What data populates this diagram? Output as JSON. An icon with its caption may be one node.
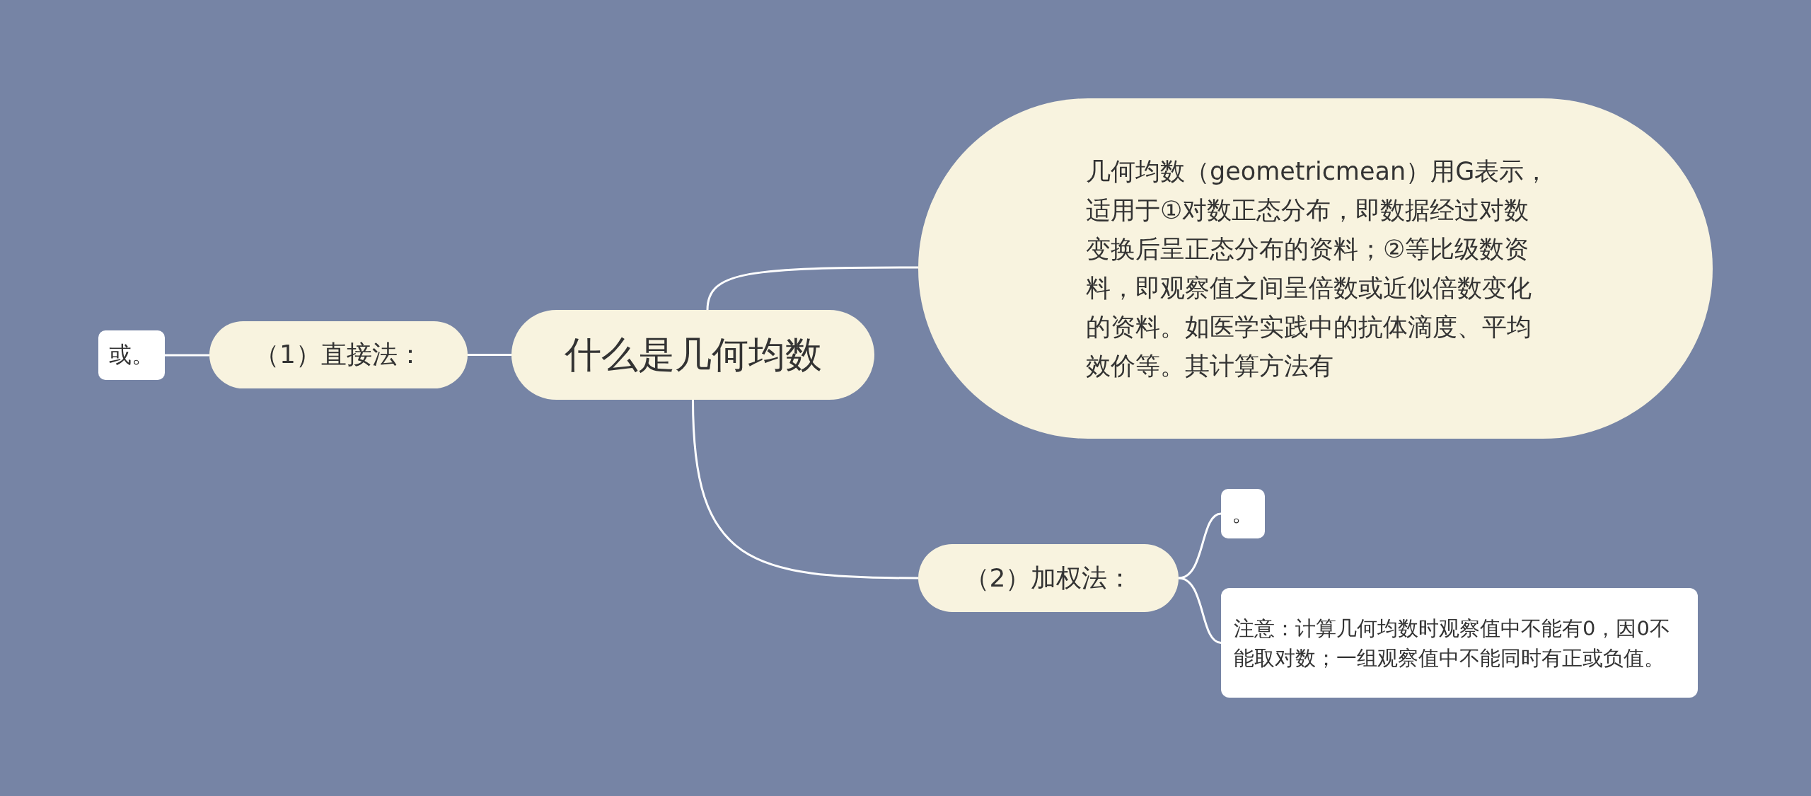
{
  "diagram": {
    "nodes": [
      {
        "text": [
          "什么是几何均数"
        ]
      },
      {
        "text": [
          "几何均数（geometricmean）用G表示，适用于①对数正态分布，即数据经过对数变换后呈正态分布的资料；②等比级数资料，即观察值之间呈倍数或近似倍数变化的资料。如医学实践中的抗体滴度、平均效价等。其计算方法有"
        ]
      },
      {
        "text": [
          "（1）直接法："
        ]
      },
      {
        "text": [
          "或。"
        ]
      },
      {
        "text": [
          "（2）加权法："
        ]
      },
      {
        "text": [
          "。"
        ]
      },
      {
        "text": [
          "注意：计算几何均数时观察值中不能有0，因0不能取对数；一组观察值中不能同时有正或负值。"
        ]
      }
    ],
    "edges": [
      {
        "from": 0,
        "to": 1,
        "arrow": "none"
      },
      {
        "from": 0,
        "to": 2,
        "arrow": "none"
      },
      {
        "from": 2,
        "to": 3,
        "arrow": "none"
      },
      {
        "from": 0,
        "to": 4,
        "arrow": "none"
      },
      {
        "from": 4,
        "to": 5,
        "arrow": "none"
      },
      {
        "from": 4,
        "to": 6,
        "arrow": "none"
      }
    ]
  }
}
